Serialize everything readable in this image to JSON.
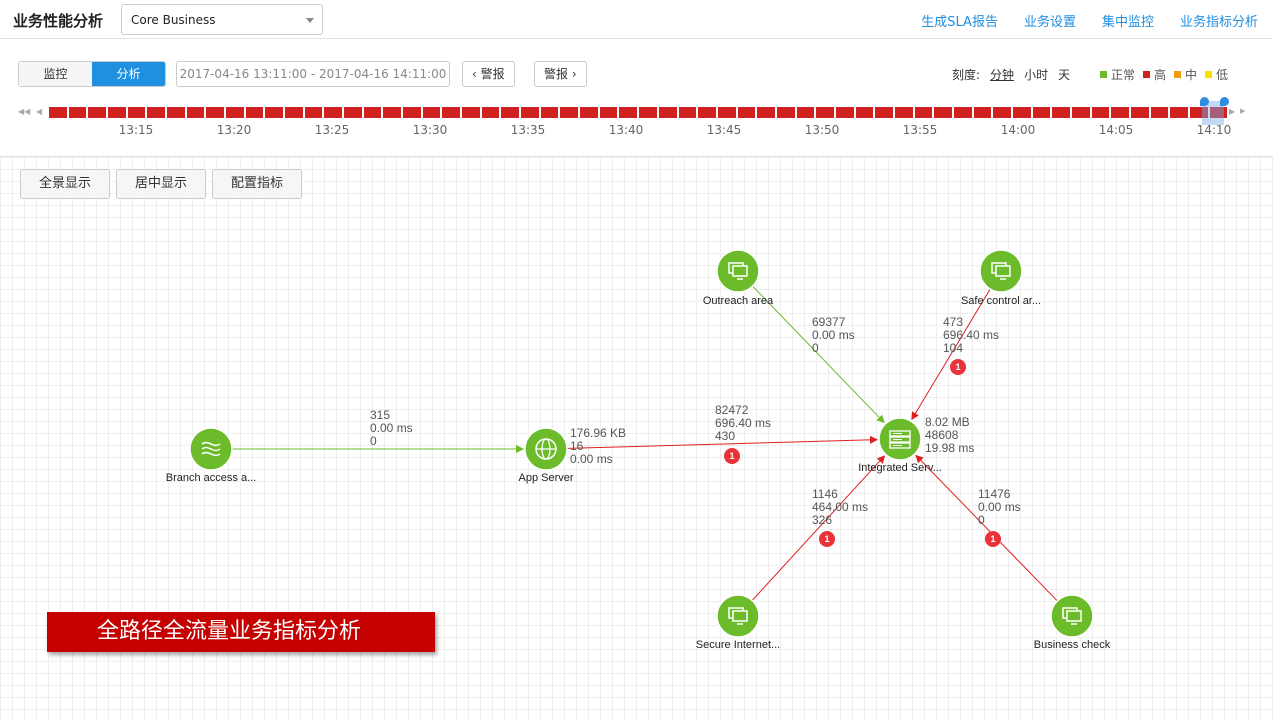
{
  "header": {
    "title": "业务性能分析",
    "business_select": "Core Business",
    "links": [
      "生成SLA报告",
      "业务设置",
      "集中监控",
      "业务指标分析"
    ]
  },
  "toolbar": {
    "modes": [
      "监控",
      "分析"
    ],
    "active_mode": "分析",
    "time_range": "2017-04-16 13:11:00 - 2017-04-16 14:11:00",
    "prev_alarm": "警报",
    "next_alarm": "警报",
    "scale_label": "刻度:",
    "scale_options": [
      "分钟",
      "小时",
      "天"
    ],
    "scale_selected": "分钟",
    "legend": [
      {
        "label": "正常",
        "color": "#6cbb2a"
      },
      {
        "label": "高",
        "color": "#d02020"
      },
      {
        "label": "中",
        "color": "#f39c12"
      },
      {
        "label": "低",
        "color": "#f5e000"
      }
    ]
  },
  "timeline": {
    "ticks": [
      "13:15",
      "13:20",
      "13:25",
      "13:30",
      "13:35",
      "13:40",
      "13:45",
      "13:50",
      "13:55",
      "14:00",
      "14:05",
      "14:10"
    ],
    "cell_count": 60,
    "cell_color": "#d02020"
  },
  "canvas": {
    "buttons": [
      "全景显示",
      "居中显示",
      "配置指标"
    ],
    "banner": "全路径全流量业务指标分析"
  },
  "topology": {
    "node_color": "#6cbb2a",
    "nodes": [
      {
        "id": "branch",
        "label": "Branch access a...",
        "icon": "network-icon"
      },
      {
        "id": "app",
        "label": "App Server",
        "icon": "globe-icon"
      },
      {
        "id": "integrated",
        "label": "Integrated Serv...",
        "icon": "server-icon",
        "stats": [
          "8.02 MB",
          "48608",
          "19.98 ms"
        ]
      },
      {
        "id": "outreach",
        "label": "Outreach area",
        "icon": "monitor-icon"
      },
      {
        "id": "safe",
        "label": "Safe control ar...",
        "icon": "monitor-icon"
      },
      {
        "id": "secure",
        "label": "Secure Internet...",
        "icon": "monitor-icon"
      },
      {
        "id": "business",
        "label": "Business check",
        "icon": "monitor-icon"
      }
    ],
    "app_stats": [
      "176.96 KB",
      "16",
      "0.00 ms"
    ],
    "edges": [
      {
        "from": "branch",
        "to": "app",
        "status": "normal",
        "metrics": [
          "315",
          "0.00 ms",
          "0"
        ],
        "alarms": null
      },
      {
        "from": "app",
        "to": "integrated",
        "status": "alarm",
        "metrics": [
          "82472",
          "696.40 ms",
          "430"
        ],
        "alarms": "1"
      },
      {
        "from": "outreach",
        "to": "integrated",
        "status": "normal",
        "metrics": [
          "69377",
          "0.00 ms",
          "0"
        ],
        "alarms": null
      },
      {
        "from": "safe",
        "to": "integrated",
        "status": "alarm",
        "metrics": [
          "473",
          "696.40 ms",
          "104"
        ],
        "alarms": "1"
      },
      {
        "from": "secure",
        "to": "integrated",
        "status": "alarm",
        "metrics": [
          "1146",
          "464.00 ms",
          "326"
        ],
        "alarms": "1"
      },
      {
        "from": "business",
        "to": "integrated",
        "status": "alarm",
        "metrics": [
          "11476",
          "0.00 ms",
          "0"
        ],
        "alarms": "1"
      }
    ]
  }
}
